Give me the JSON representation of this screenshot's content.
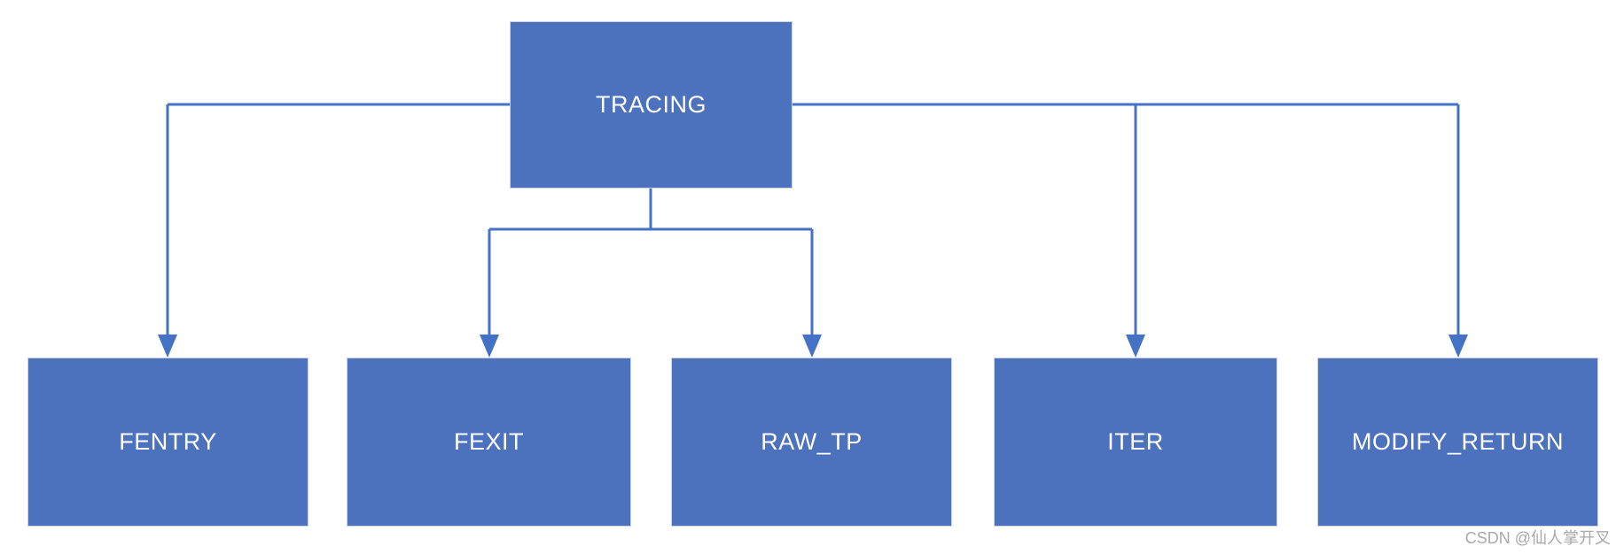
{
  "diagram": {
    "root": {
      "label": "TRACING"
    },
    "children": [
      {
        "label": "FENTRY"
      },
      {
        "label": "FEXIT"
      },
      {
        "label": "RAW_TP"
      },
      {
        "label": "ITER"
      },
      {
        "label": "MODIFY_RETURN"
      }
    ],
    "edges": [
      {
        "from": "TRACING",
        "to": "FENTRY"
      },
      {
        "from": "TRACING",
        "to": "FEXIT"
      },
      {
        "from": "TRACING",
        "to": "RAW_TP"
      },
      {
        "from": "TRACING",
        "to": "ITER"
      },
      {
        "from": "TRACING",
        "to": "MODIFY_RETURN"
      }
    ],
    "colors": {
      "node_fill": "#4C72BE",
      "node_border": "#CDD3DE",
      "connector": "#4472C4",
      "label_text": "#FFFFFF"
    }
  },
  "watermark": {
    "text": "CSDN @仙人掌开叉",
    "color": "#A9A9A9"
  }
}
